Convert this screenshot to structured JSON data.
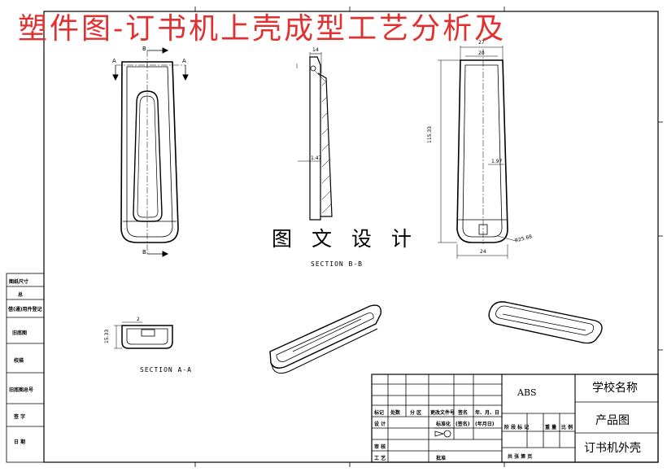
{
  "title": "塑件图-订书机上壳成型工艺分析及",
  "watermark": "图 文 设 计",
  "section_bb": "SECTION B-B",
  "section_aa": "SECTION A-A",
  "side_labels": [
    "图纸尺寸",
    "总",
    "借(通)用件登记",
    "旧底图",
    "校描",
    "旧底图总号",
    "签 字",
    "日 期"
  ],
  "dims": {
    "front_a1": "A",
    "front_a2": "A",
    "front_b1": "B",
    "front_b2": "B",
    "bb_top": "14",
    "bb_side": "1.47",
    "right_27": "27",
    "right_20": "20",
    "right_height": "115.33",
    "right_wall": "1.97",
    "right_radius": "R25.68",
    "right_bottom": "24",
    "aa_2": "2",
    "aa_height": "15.33"
  },
  "title_block": {
    "material": "ABS",
    "school": "学校名称",
    "drawing_type": "产品图",
    "part_name": "订书机外壳",
    "headers": [
      "标记",
      "处数",
      "分 区",
      "更改文件号",
      "签名",
      "年、月、日"
    ],
    "row_design": "设 计",
    "row_std": "标准化",
    "row_std_sign": "(签名)",
    "row_std_date": "(年月日)",
    "row_review": "审 核",
    "row_process": "工 艺",
    "row_approve": "批准",
    "stage_cols": [
      "阶 段 标 记",
      "重 量",
      "比 例"
    ],
    "sheets": "共   张   第   页"
  }
}
